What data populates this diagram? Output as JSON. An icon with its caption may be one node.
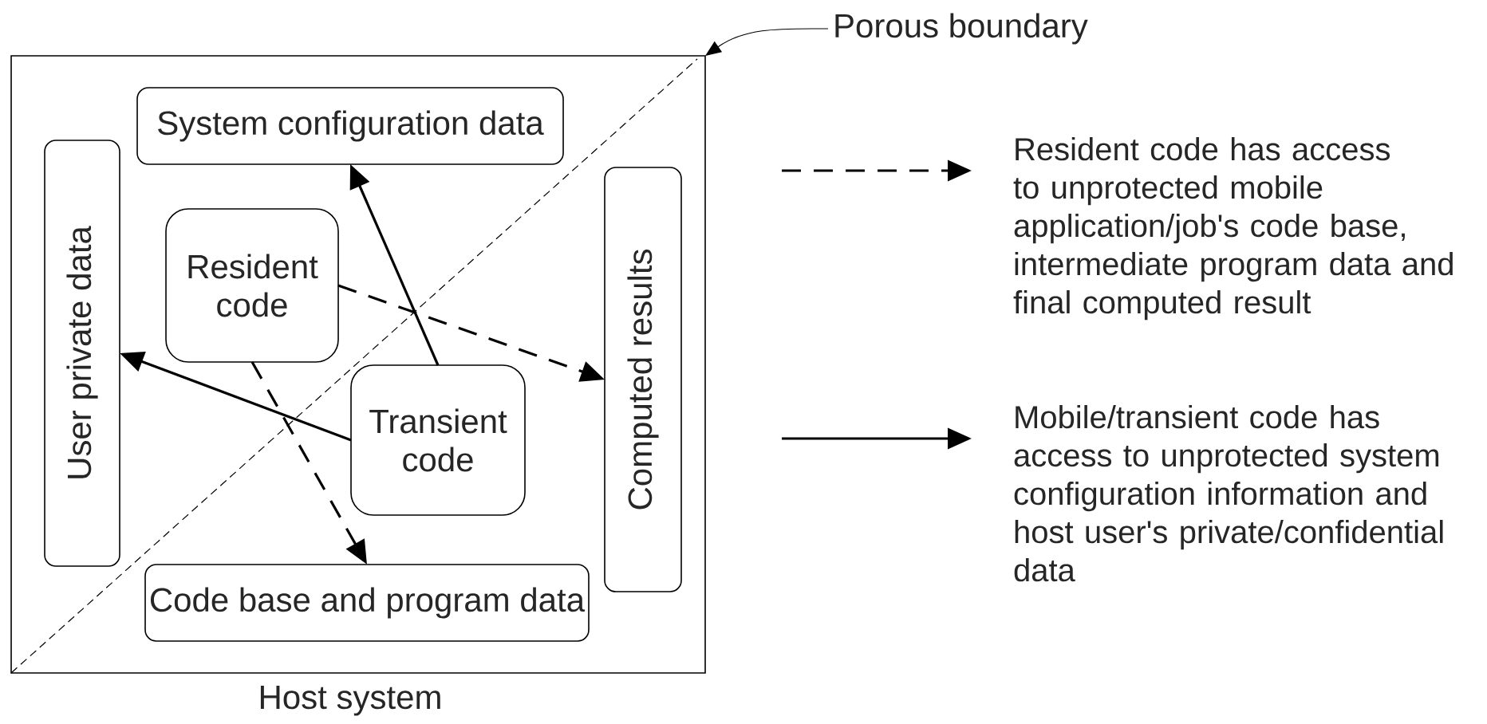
{
  "diagram": {
    "nodes": [
      {
        "text": [
          "Host system"
        ]
      },
      {
        "text": [
          "System configuration data"
        ],
        "in": 0
      },
      {
        "text": [
          "User private data"
        ],
        "in": 0
      },
      {
        "text": [
          "Resident code"
        ],
        "in": 0
      },
      {
        "text": [
          "Computed results"
        ],
        "in": 0
      },
      {
        "text": [
          "Transient code"
        ],
        "in": 0
      },
      {
        "text": [
          "Code base and program data"
        ],
        "in": 0
      },
      {
        "text": [
          "Porous boundary"
        ]
      }
    ],
    "edges": [
      {
        "from": 3,
        "to": 4,
        "arrow": "to",
        "style": "dashed"
      },
      {
        "from": 3,
        "to": 6,
        "arrow": "to",
        "style": "dashed"
      },
      {
        "from": 5,
        "to": 1,
        "arrow": "to"
      },
      {
        "from": 5,
        "to": 2,
        "arrow": "to"
      },
      {
        "from": 7,
        "to": 0,
        "arrow": "to"
      }
    ],
    "legend": [
      {
        "text": "Resident code has access to unprotected mobile application/job's code base, intermediate program data and final computed result"
      },
      {
        "text": "Mobile/transient code has access to unprotected system configuration information and host user's private/confidential data"
      }
    ]
  }
}
